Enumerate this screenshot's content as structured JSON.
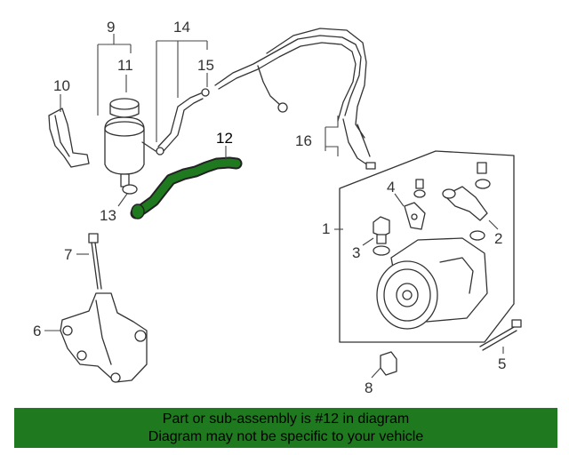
{
  "callouts": [
    "1",
    "2",
    "3",
    "4",
    "5",
    "6",
    "7",
    "8",
    "9",
    "10",
    "11",
    "12",
    "13",
    "14",
    "15",
    "16"
  ],
  "highlight_color": "#1f7a1f",
  "banner": {
    "line1": "Part or sub-assembly is #12 in diagram",
    "line2": "Diagram may not be specific to your vehicle"
  }
}
